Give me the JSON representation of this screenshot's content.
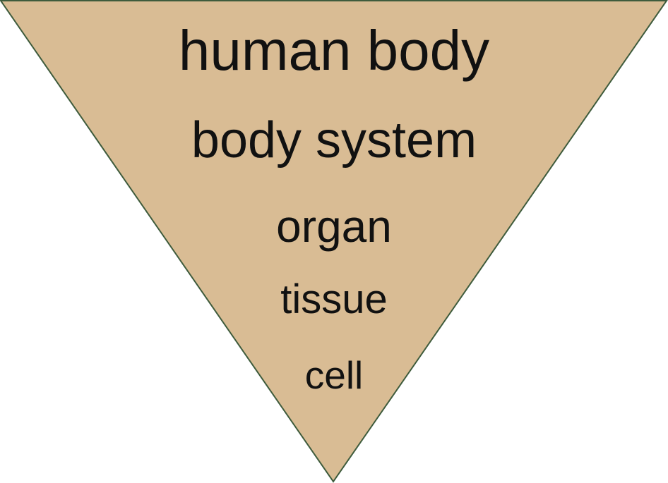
{
  "diagram": {
    "colors": {
      "fill": "#D9BC94",
      "stroke": "#3E5B3C",
      "text": "#111111"
    },
    "levels": [
      {
        "label": "human body"
      },
      {
        "label": "body system"
      },
      {
        "label": "organ"
      },
      {
        "label": "tissue"
      },
      {
        "label": "cell"
      }
    ]
  }
}
